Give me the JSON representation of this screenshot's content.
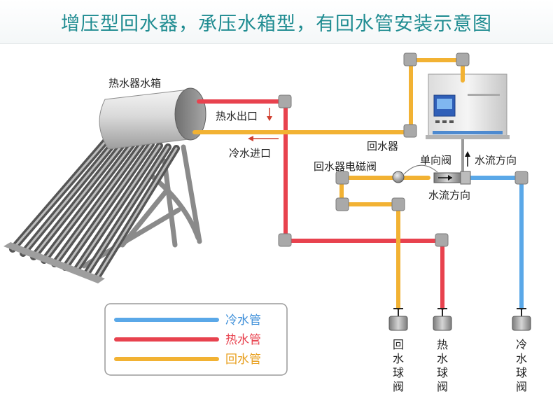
{
  "title": "增压型回水器，承压水箱型，有回水管安装示意图",
  "labels": {
    "water_tank": "热水器水箱",
    "hot_water_outlet": "热水出口",
    "cold_water_inlet": "冷水进口",
    "return_device": "回水器",
    "check_valve": "单向阀",
    "solenoid_valve": "回水器电磁阀",
    "flow_direction_1": "水流方向",
    "flow_direction_2": "水流方向"
  },
  "valves": {
    "return_ball_valve": "回水球阀",
    "hot_ball_valve": "热水球阀",
    "cold_ball_valve": "冷水球阀"
  },
  "legend": [
    {
      "label": "冷水管",
      "color": "#5aa8e8"
    },
    {
      "label": "热水管",
      "color": "#e8424e"
    },
    {
      "label": "回水管",
      "color": "#f2b233"
    }
  ],
  "colors": {
    "title": "#1f8c91",
    "cold_pipe": "#5aa8e8",
    "hot_pipe": "#e8424e",
    "return_pipe": "#f2b233"
  }
}
